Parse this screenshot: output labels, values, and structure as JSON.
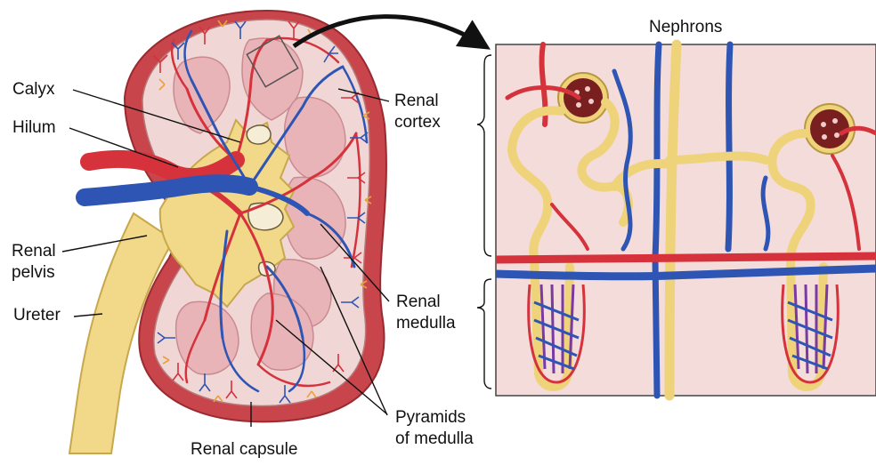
{
  "labels": {
    "nephrons": "Nephrons",
    "calyx": "Calyx",
    "hilum": "Hilum",
    "renal_pelvis_1": "Renal",
    "renal_pelvis_2": "pelvis",
    "ureter": "Ureter",
    "renal_cortex_1": "Renal",
    "renal_cortex_2": "cortex",
    "renal_medulla_1": "Renal",
    "renal_medulla_2": "medulla",
    "pyramids_1": "Pyramids",
    "pyramids_2": "of medulla",
    "renal_capsule": "Renal capsule"
  },
  "colors": {
    "capsule": "#c8454b",
    "cortex": "#f0d7d5",
    "pyramid": "#e9b4b8",
    "pelvis": "#f2d98a",
    "artery": "#d6323c",
    "vein": "#2f55b4",
    "tubule": "#eed37a",
    "capillary": "#7a3aa0",
    "inset_bg": "#f3dcd9"
  }
}
